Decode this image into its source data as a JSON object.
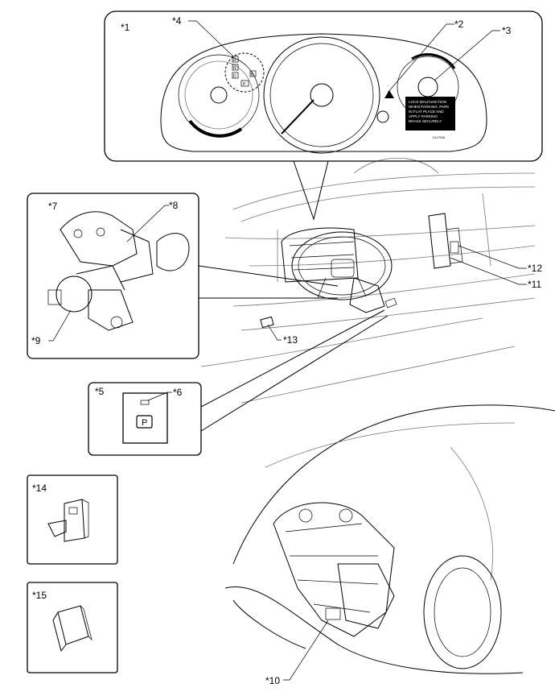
{
  "callouts": {
    "c1": "*1",
    "c2": "*2",
    "c3": "*3",
    "c4": "*4",
    "c5": "*5",
    "c6": "*6",
    "c7": "*7",
    "c8": "*8",
    "c9": "*9",
    "c10": "*10",
    "c11": "*11",
    "c12": "*12",
    "c13": "*13",
    "c14": "*14",
    "c15": "*15"
  },
  "meter": {
    "shift_indicators": [
      "R",
      "N",
      "D",
      "B"
    ],
    "park_indicator": "P",
    "warning_lines": [
      "LOCK MALFUNCTION",
      "WHEN PARKING, PARK",
      "IN FLAT PLACE AND",
      "APPLY PARKING",
      "BRAKE SECURELY"
    ],
    "small_code": "DU7S06"
  },
  "p_switch": {
    "label": "P"
  }
}
